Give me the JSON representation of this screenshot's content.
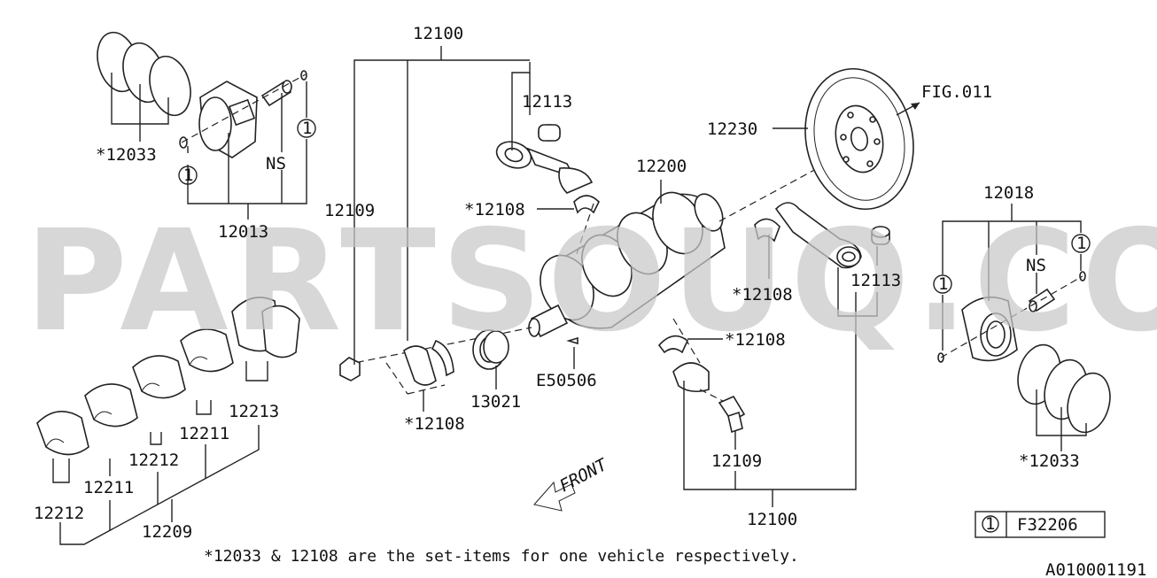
{
  "watermark": "PARTSOUQ.COM",
  "labels": {
    "top_left_piston_rings": "*12033",
    "left_piston_assy": "12013",
    "ns_left": "NS",
    "top_center_rod": "12100",
    "rod_bushing_upper": "12113",
    "bolt_left": "12109",
    "rod_bearing_upper": "*12108",
    "crankshaft": "12200",
    "flywheel": "12230",
    "fig_ref": "FIG.011",
    "right_piston_assy": "12018",
    "ns_right": "NS",
    "rod_bearing_right": "*12108",
    "rod_bushing_right": "12113",
    "rod_bearing_lower": "*12108",
    "main_bearing_lower": "*12108",
    "pilot_bearing": "13021",
    "woodruff_key": "E50506",
    "bolt_lower": "12109",
    "bottom_center_rod": "12100",
    "thrust_bearing": "12213",
    "main_bearing_a": "12211",
    "main_bearing_b": "12212",
    "main_bearing_c": "12211",
    "main_bearing_d": "12212",
    "main_bearing_set": "12209",
    "right_piston_rings": "*12033",
    "front": "FRONT",
    "legend_num": "1",
    "legend_code": "F32206",
    "circle_1": "1",
    "footnote": "*12033 & 12108 are the set-items for one vehicle respectively.",
    "diagram_id": "A010001191"
  }
}
